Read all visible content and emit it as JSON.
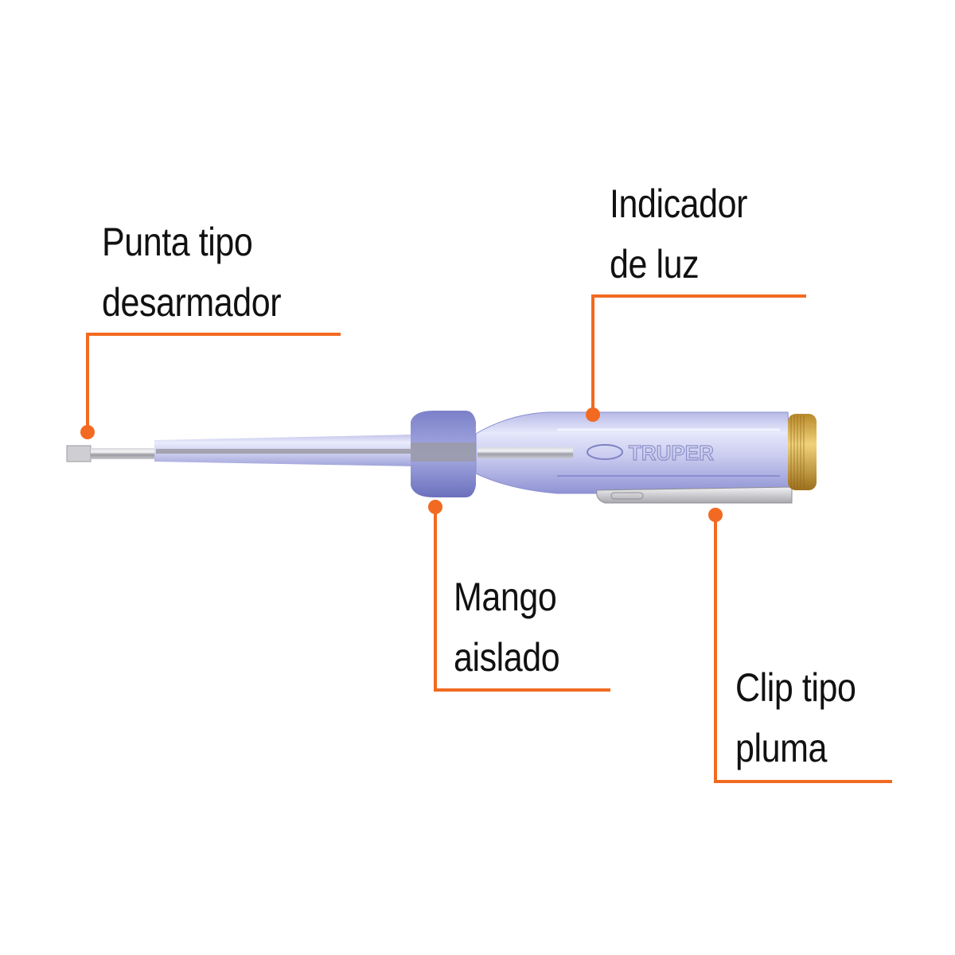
{
  "accent_color": "#f26a21",
  "product": {
    "brand_marking": "TRUPER",
    "type": "voltage tester screwdriver"
  },
  "callouts": [
    {
      "id": "punta",
      "line1": "Punta tipo",
      "line2": "desarmador"
    },
    {
      "id": "indicador",
      "line1": "Indicador",
      "line2": "de luz"
    },
    {
      "id": "mango",
      "line1": "Mango",
      "line2": "aislado"
    },
    {
      "id": "clip",
      "line1": "Clip tipo",
      "line2": "pluma"
    }
  ]
}
